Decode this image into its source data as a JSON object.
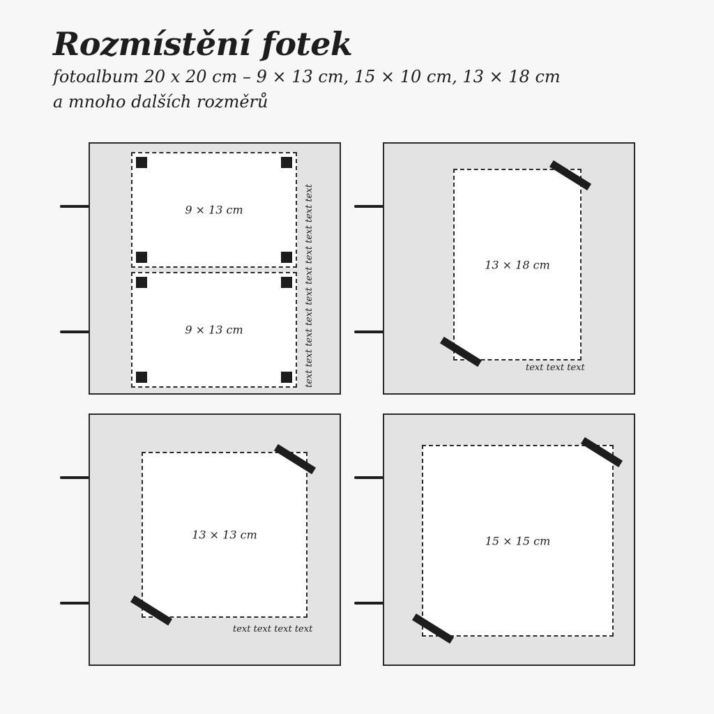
{
  "header": {
    "title": "Rozmístění fotek",
    "subtitle_line1": "fotoalbum 20 x 20 cm – 9 × 13 cm, 15 × 10 cm, 13 × 18 cm",
    "subtitle_line2": "a mnoho dalších rozměrů"
  },
  "layouts": [
    {
      "photos": [
        {
          "label": "9 × 13 cm"
        },
        {
          "label": "9 × 13 cm"
        }
      ],
      "caption": "text text text text text text text text text text"
    },
    {
      "photos": [
        {
          "label": "13 × 18 cm"
        }
      ],
      "caption": "text text text"
    },
    {
      "photos": [
        {
          "label": "13 × 13 cm"
        }
      ],
      "caption": "text text text text"
    },
    {
      "photos": [
        {
          "label": "15 × 15 cm"
        }
      ]
    }
  ]
}
